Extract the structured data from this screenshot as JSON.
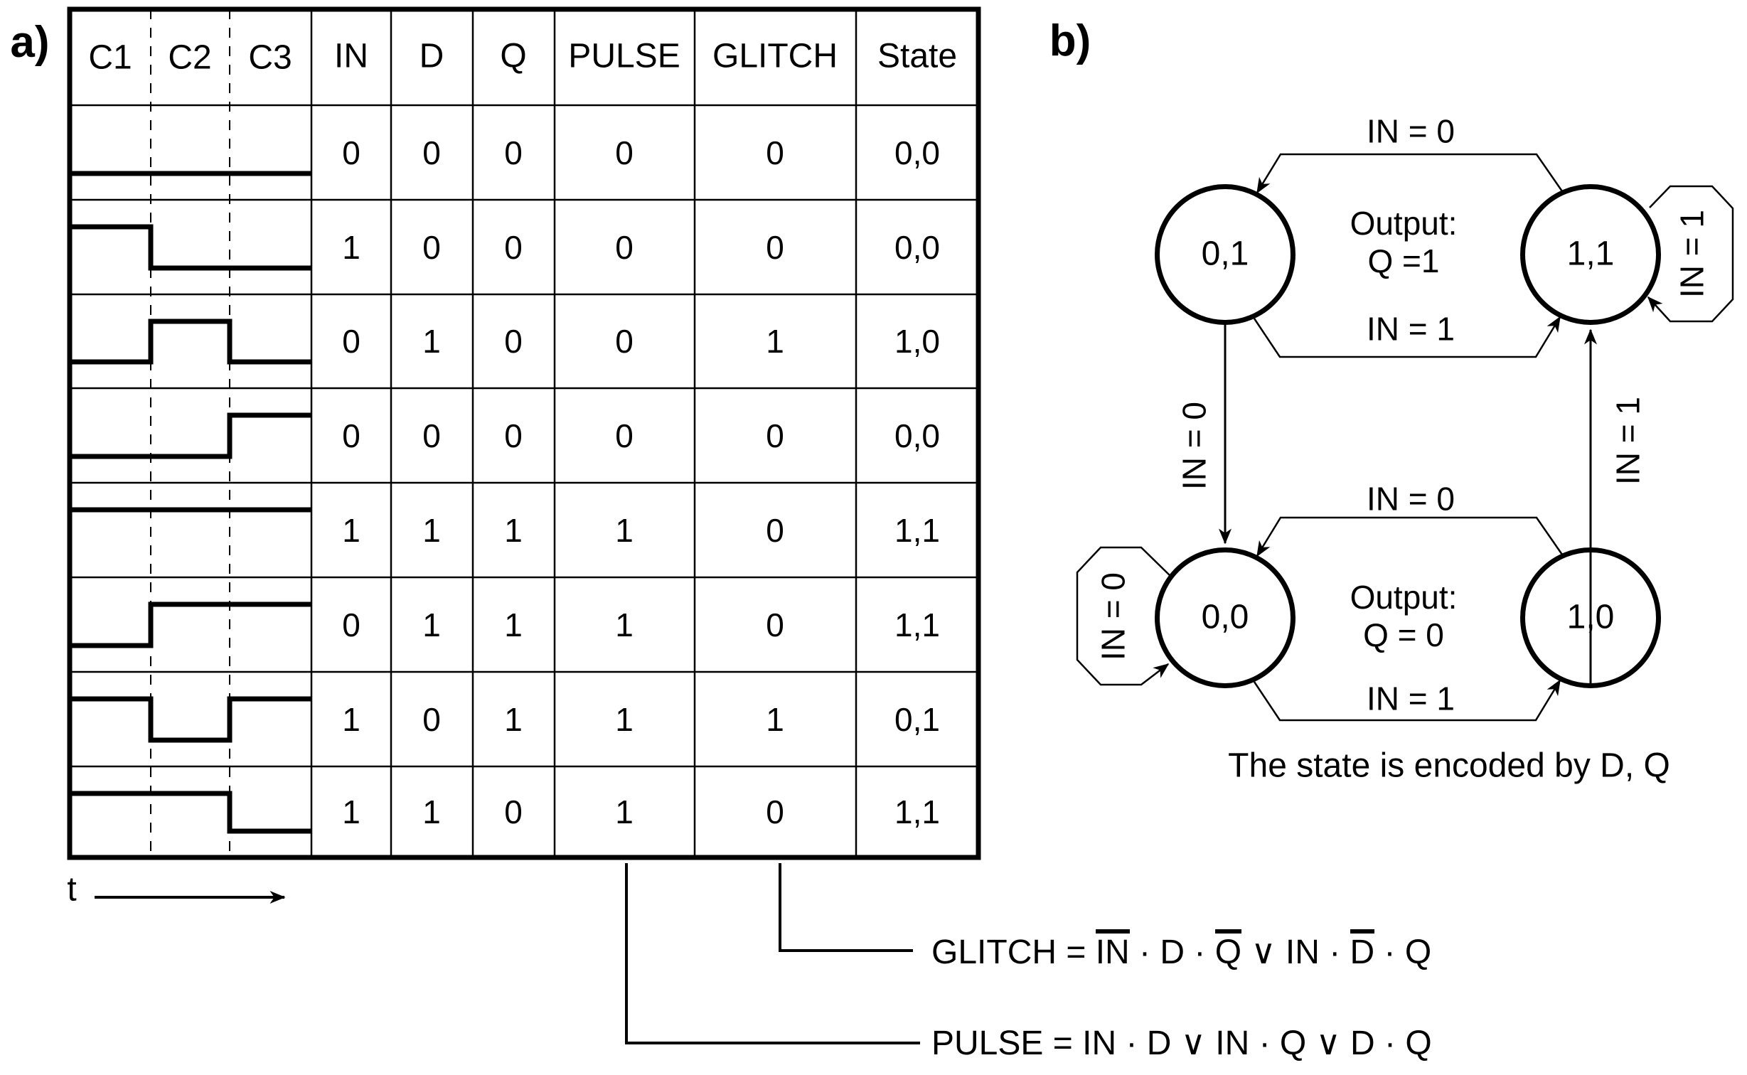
{
  "panel_labels": {
    "a": "a)",
    "b": "b)"
  },
  "table": {
    "wave_headers": [
      "C1",
      "C2",
      "C3"
    ],
    "value_headers": [
      "IN",
      "D",
      "Q",
      "PULSE",
      "GLITCH",
      "State"
    ],
    "rows": [
      {
        "wave": [
          0,
          0,
          0
        ],
        "values": [
          "0",
          "0",
          "0",
          "0",
          "0",
          "0,0"
        ]
      },
      {
        "wave": [
          1,
          0,
          0
        ],
        "values": [
          "1",
          "0",
          "0",
          "0",
          "0",
          "0,0"
        ]
      },
      {
        "wave": [
          0,
          1,
          0
        ],
        "values": [
          "0",
          "1",
          "0",
          "0",
          "1",
          "1,0"
        ]
      },
      {
        "wave": [
          0,
          0,
          1
        ],
        "values": [
          "0",
          "0",
          "0",
          "0",
          "0",
          "0,0"
        ]
      },
      {
        "wave": [
          1,
          1,
          1
        ],
        "values": [
          "1",
          "1",
          "1",
          "1",
          "0",
          "1,1"
        ]
      },
      {
        "wave": [
          0,
          1,
          1
        ],
        "values": [
          "0",
          "1",
          "1",
          "1",
          "0",
          "1,1"
        ]
      },
      {
        "wave": [
          1,
          0,
          1
        ],
        "values": [
          "1",
          "0",
          "1",
          "1",
          "1",
          "0,1"
        ]
      },
      {
        "wave": [
          1,
          1,
          0
        ],
        "values": [
          "1",
          "1",
          "0",
          "1",
          "0",
          "1,1"
        ]
      }
    ],
    "time_axis_label": "t"
  },
  "formulas": {
    "glitch_tokens": [
      {
        "text": "GLITCH = ",
        "bar": false
      },
      {
        "text": "IN",
        "bar": true
      },
      {
        "text": " · D · ",
        "bar": false
      },
      {
        "text": "Q",
        "bar": true
      },
      {
        "text": " ∨ IN · ",
        "bar": false
      },
      {
        "text": "D",
        "bar": true
      },
      {
        "text": " · Q",
        "bar": false
      }
    ],
    "pulse_tokens": [
      {
        "text": "PULSE = IN · D ∨ IN · Q ∨ D · Q",
        "bar": false
      }
    ]
  },
  "state_machine": {
    "states": [
      {
        "id": "top-left",
        "label": "0,1"
      },
      {
        "id": "top-right",
        "label": "1,1"
      },
      {
        "id": "bottom-left",
        "label": "0,0"
      },
      {
        "id": "bottom-right",
        "label": "1,0"
      }
    ],
    "labels": {
      "top_pair_upper": "IN = 0",
      "top_pair_lower": "IN = 1",
      "bottom_pair_upper": "IN = 0",
      "bottom_pair_lower": "IN = 1",
      "left_vertical": "IN = 0",
      "right_vertical": "IN = 1",
      "self_loop_right": "IN = 1",
      "self_loop_left": "IN = 0"
    },
    "outputs": {
      "top_line1": "Output:",
      "top_line2": "Q =1",
      "bottom_line1": "Output:",
      "bottom_line2": "Q = 0"
    },
    "caption": "The state is encoded by D, Q"
  }
}
